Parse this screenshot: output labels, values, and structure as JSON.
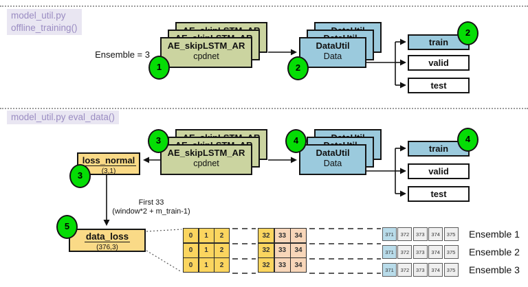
{
  "s1": {
    "file_label": "model_util.py",
    "func_label": "offline_training()",
    "ensemble_note": "Ensemble = 3",
    "model": {
      "title": "AE_skipLSTM_AR",
      "sub": "cpdnet"
    },
    "badge_model": "1",
    "data": {
      "title": "DataUtil",
      "sub": "Data"
    },
    "badge_data": "2",
    "train": "train",
    "valid": "valid",
    "test": "test",
    "badge_train": "2"
  },
  "s2": {
    "header_label": "model_util.py eval_data()",
    "loss": {
      "title": "loss_normal",
      "shape": "(3,1)"
    },
    "badge_loss": "3",
    "model": {
      "title": "AE_skipLSTM_AR",
      "sub": "cpdnet"
    },
    "badge_model": "3",
    "data": {
      "title": "DataUtil",
      "sub": "Data"
    },
    "badge_data": "4",
    "train": "train",
    "valid": "valid",
    "test": "test",
    "badge_train": "4",
    "note1": "First 33",
    "note2": "(window*2 + m_train-1)",
    "dloss": {
      "title": "data_loss",
      "shape": "(376,3)"
    },
    "badge_dloss": "5",
    "grid": {
      "left": [
        "0",
        "1",
        "2"
      ],
      "mid": [
        "32",
        "33",
        "34"
      ],
      "right": [
        "371",
        "372",
        "373",
        "374",
        "375"
      ],
      "row_labels": [
        "Ensemble 1",
        "Ensemble 2",
        "Ensemble 3"
      ]
    }
  },
  "colors": {
    "module_green": "#cbd4a0",
    "module_blue": "#9bcadd",
    "param_orange": "#fada87",
    "cell_gold": "#fbd55f",
    "cell_peach": "#f7d6b9",
    "cell_blue": "#b9dcea",
    "cell_gray": "#efefef",
    "badge_green": "#05dd05",
    "label_purple": "#9a8cc2"
  }
}
